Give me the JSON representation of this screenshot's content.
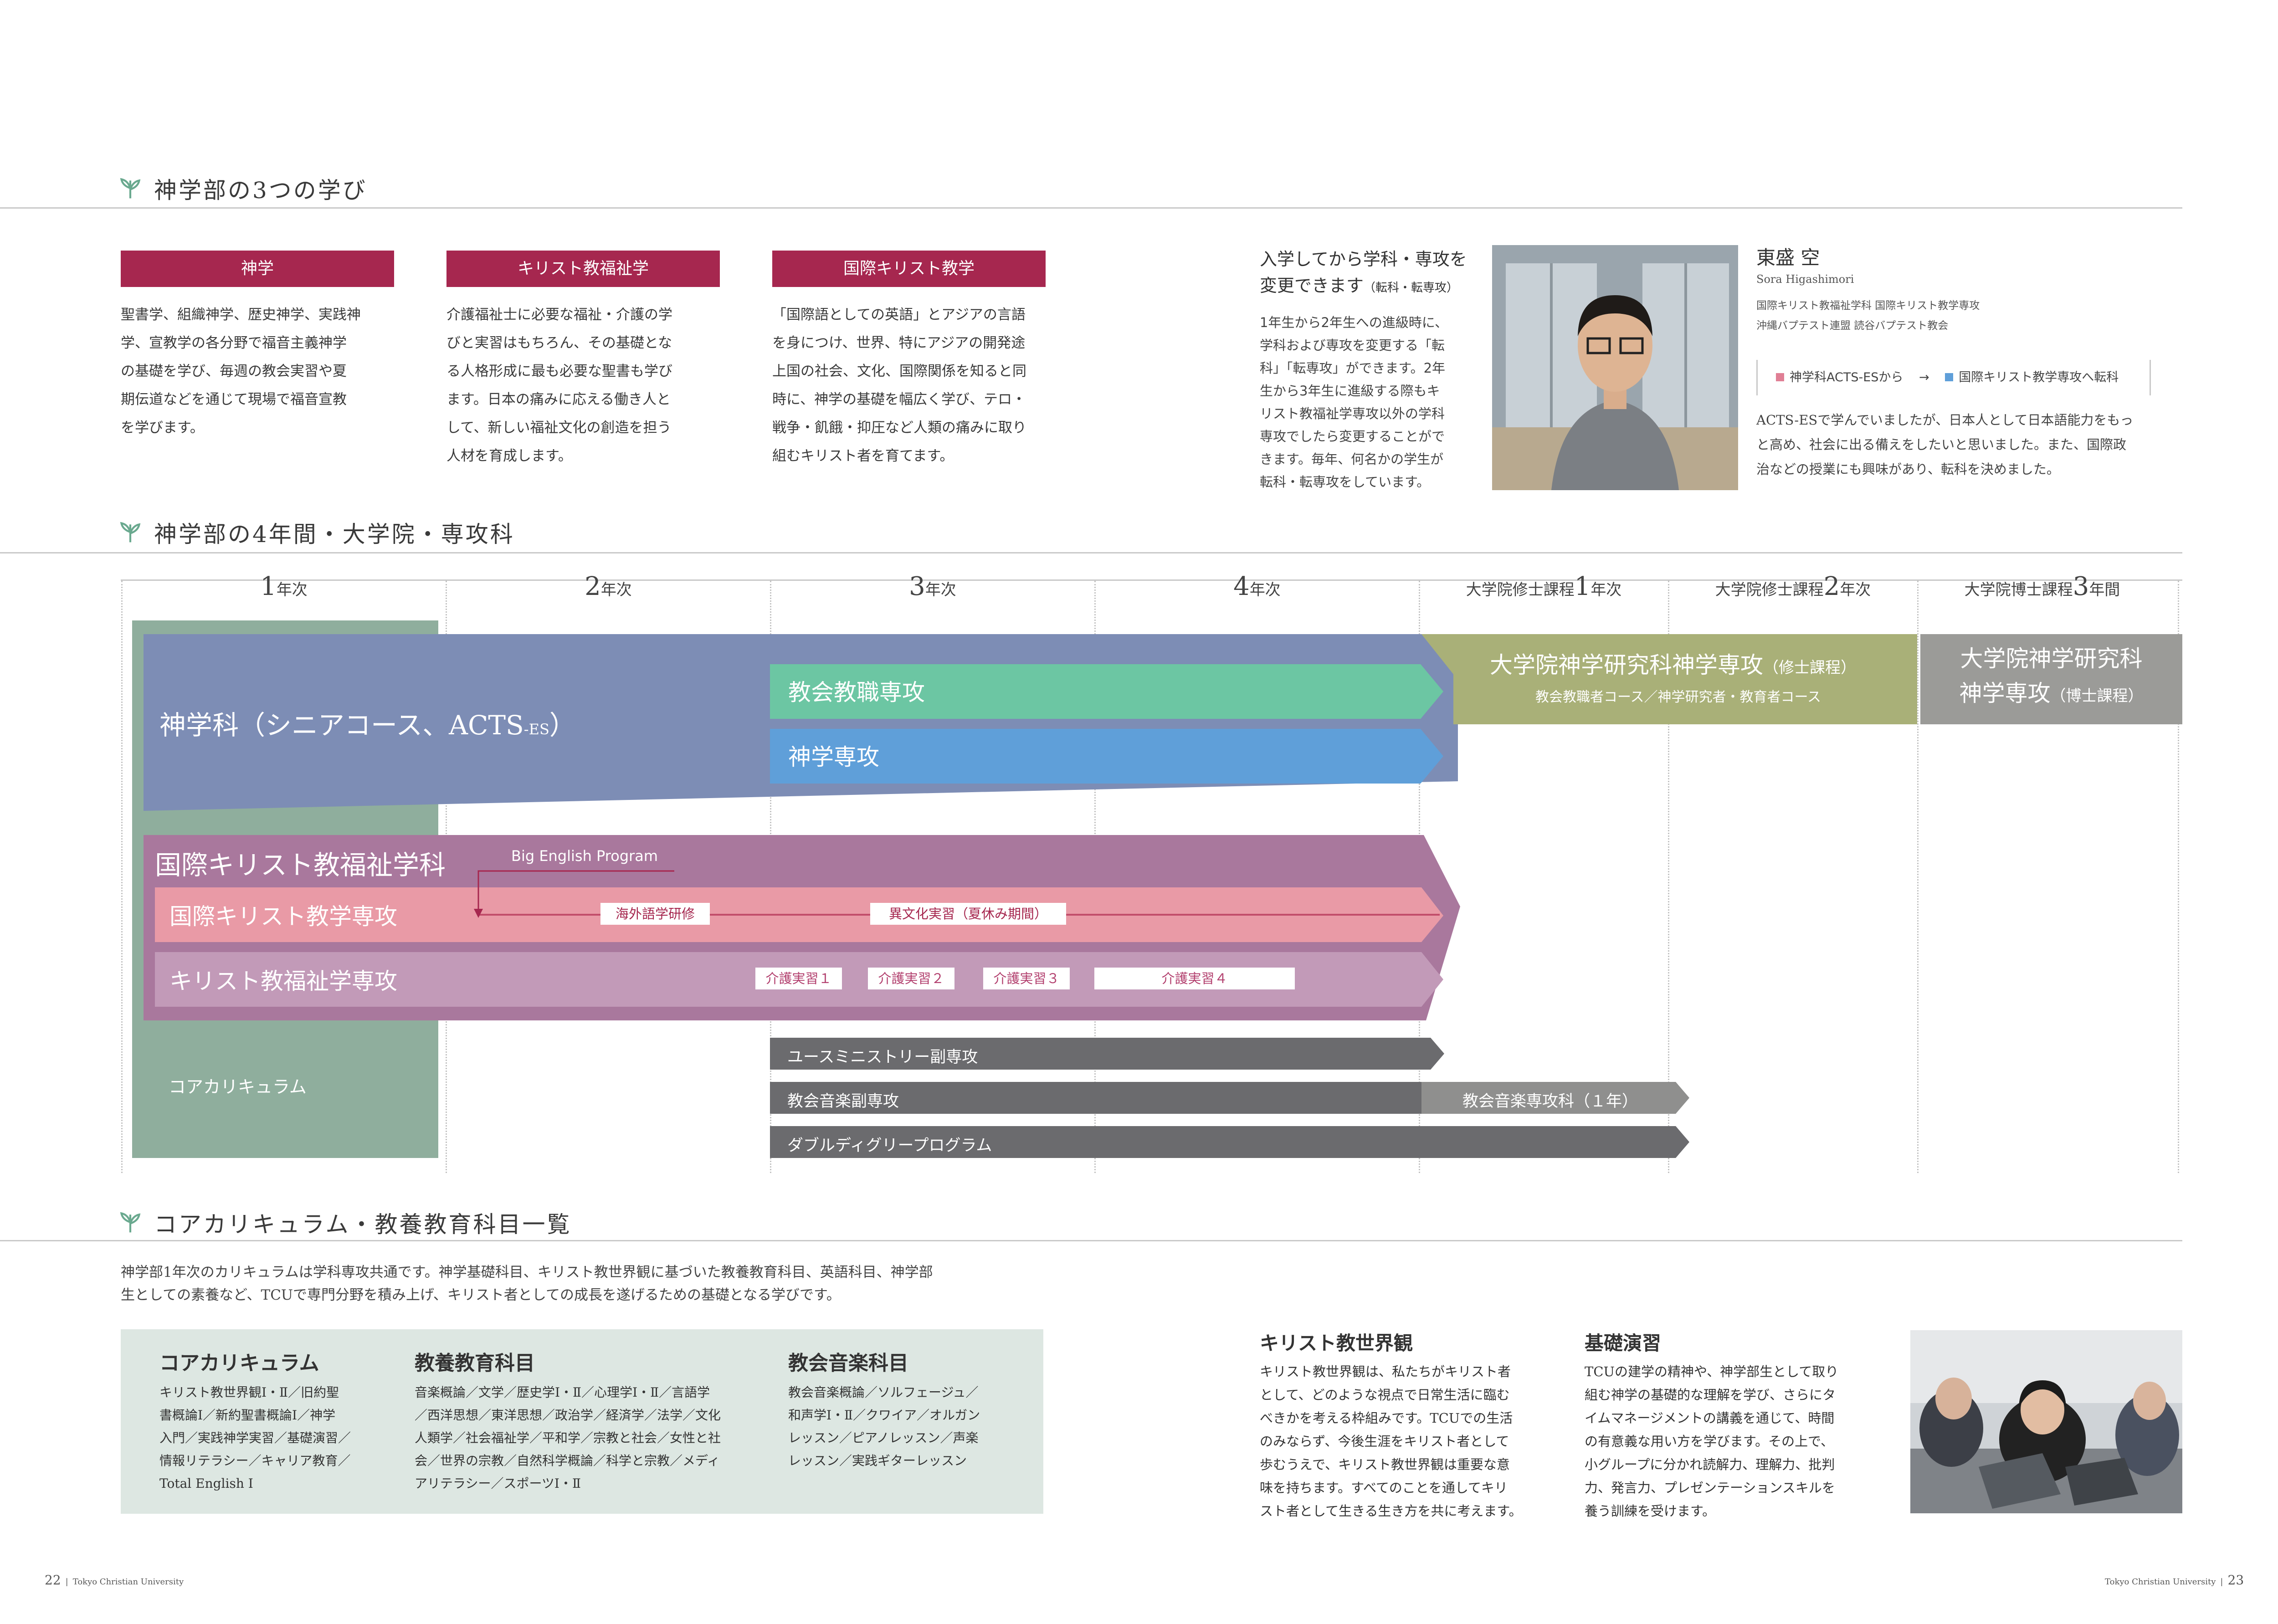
{
  "sections": {
    "three_learnings": "神学部の3つの学び",
    "four_years": "神学部の4年間・大学院・専攻科",
    "core": "コアカリキュラム・教養教育科目一覧"
  },
  "learnings": [
    {
      "title": "神学",
      "text": [
        "聖書学、組織神学、歴史神学、実践神",
        "学、宣教学の各分野で福音主義神学",
        "の基礎を学び、毎週の教会実習や夏",
        "期伝道などを通じて現場で福音宣教",
        "を学びます。"
      ]
    },
    {
      "title": "キリスト教福祉学",
      "text": [
        "介護福祉士に必要な福祉・介護の学",
        "びと実習はもちろん、その基礎とな",
        "る人格形成に最も必要な聖書も学び",
        "ます。日本の痛みに応える働き人と",
        "して、新しい福祉文化の創造を担う",
        "人材を育成します。"
      ]
    },
    {
      "title": "国際キリスト教学",
      "text": [
        "「国際語としての英語」とアジアの言語",
        "を身につけ、世界、特にアジアの開発途",
        "上国の社会、文化、国際関係を知ると同",
        "時に、神学の基礎を幅広く学び、テロ・",
        "戦争・飢餓・抑圧など人類の痛みに取り",
        "組むキリスト者を育てます。"
      ]
    }
  ],
  "transfer": {
    "heading1": "入学してから学科・専攻を",
    "heading2": "変更できます",
    "heading_note": "（転科・転専攻）",
    "text": [
      "1年生から2年生への進級時に、",
      "学科および専攻を変更する「転",
      "科」「転専攻」ができます。2年",
      "生から3年生に進級する際もキ",
      "リスト教福祉学専攻以外の学科",
      "専攻でしたら変更することがで",
      "きます。毎年、何名かの学生が",
      "転科・転専攻をしています。"
    ]
  },
  "profile": {
    "name": "東盛 空",
    "romaji": "Sora Higashimori",
    "dept": "国際キリスト教福祉学科 国際キリスト教学専攻",
    "church": "沖縄バプテスト連盟 読谷バプテスト教会",
    "from": "神学科ACTS-ESから",
    "arrow": "→",
    "to": "国際キリスト教学専攻へ転科",
    "text": [
      "ACTS-ESで学んでいましたが、日本人として日本語能力をもっ",
      "と高め、社会に出る備えをしたいと思いました。また、国際政",
      "治などの授業にも興味があり、転科を決めました。"
    ]
  },
  "years": [
    {
      "pre": "",
      "num": "1",
      "post": "年次"
    },
    {
      "pre": "",
      "num": "2",
      "post": "年次"
    },
    {
      "pre": "",
      "num": "3",
      "post": "年次"
    },
    {
      "pre": "",
      "num": "4",
      "post": "年次"
    },
    {
      "pre": "大学院修士課程",
      "num": "1",
      "post": "年次"
    },
    {
      "pre": "大学院修士課程",
      "num": "2",
      "post": "年次"
    },
    {
      "pre": "大学院博士課程",
      "num": "3",
      "post": "年間"
    }
  ],
  "diagram": {
    "shingakuka": "神学科（シニアコース、ACTS",
    "shingakuka_sub": "-ES",
    "shingakuka_close": "）",
    "kyokai": "教会教職専攻",
    "shingaku_senko": "神学専攻",
    "grad1_title": "大学院神学研究科神学専攻",
    "grad1_note": "（修士課程）",
    "grad1_sub": "教会教職者コース／神学研究者・教育者コース",
    "grad2_title": "大学院神学研究科",
    "grad2_title2": "神学専攻",
    "grad2_note": "（博士課程）",
    "kokusai_fukushi": "国際キリスト教福祉学科",
    "big_english": "Big English Program",
    "kokusai_senko": "国際キリスト教学専攻",
    "kaigai": "海外語学研修",
    "ibunka": "異文化実習（夏休み期間）",
    "fukushi_senko": "キリスト教福祉学専攻",
    "kaigo": [
      "介護実習１",
      "介護実習２",
      "介護実習３",
      "介護実習４"
    ],
    "core": "コアカリキュラム",
    "youth": "ユースミニストリー副専攻",
    "music": "教会音楽副専攻",
    "music_course": "教会音楽専攻科（１年）",
    "double": "ダブルディグリープログラム"
  },
  "core_intro": [
    "神学部1年次のカリキュラムは学科専攻共通です。神学基礎科目、キリスト教世界観に基づいた教養教育科目、英語科目、神学部",
    "生としての素養など、TCUで専門分野を積み上げ、キリスト者としての成長を遂げるための基礎となる学びです。"
  ],
  "core_box": [
    {
      "h": "コアカリキュラム",
      "t": [
        "キリスト教世界観Ⅰ・Ⅱ／旧約聖",
        "書概論Ⅰ／新約聖書概論Ⅰ／神学",
        "入門／実践神学実習／基礎演習／",
        "情報リテラシー／キャリア教育／",
        "Total English Ⅰ"
      ]
    },
    {
      "h": "教養教育科目",
      "t": [
        "音楽概論／文学／歴史学Ⅰ・Ⅱ／心理学Ⅰ・Ⅱ／言語学",
        "／西洋思想／東洋思想／政治学／経済学／法学／文化",
        "人類学／社会福祉学／平和学／宗教と社会／女性と社",
        "会／世界の宗教／自然科学概論／科学と宗教／メディ",
        "アリテラシー／スポーツⅠ・Ⅱ"
      ]
    },
    {
      "h": "教会音楽科目",
      "t": [
        "教会音楽概論／ソルフェージュ／",
        "和声学Ⅰ・Ⅱ／クワイア／オルガン",
        "レッスン／ピアノレッスン／声楽",
        "レッスン／実践ギターレッスン"
      ]
    }
  ],
  "worldview": {
    "h": "キリスト教世界観",
    "t": [
      "キリスト教世界観は、私たちがキリスト者",
      "として、どのような視点で日常生活に臨む",
      "べきかを考える枠組みです。TCUでの生活",
      "のみならず、今後生涯をキリスト者として",
      "歩むうえで、キリスト教世界観は重要な意",
      "味を持ちます。すべてのことを通してキリ",
      "スト者として生きる生き方を共に考えます。"
    ]
  },
  "seminar": {
    "h": "基礎演習",
    "t": [
      "TCUの建学の精神や、神学部生として取り",
      "組む神学の基礎的な理解を学び、さらにタ",
      "イムマネージメントの講義を通じて、時間",
      "の有意義な用い方を学びます。その上で、",
      "小グループに分かれ読解力、理解力、批判",
      "力、発言力、プレゼンテーションスキルを",
      "養う訓練を受けます。"
    ]
  },
  "footer": {
    "left_num": "22",
    "left_name": "Tokyo Christian University",
    "right_name": "Tokyo Christian University",
    "right_num": "23"
  },
  "colors": {
    "accent": "#a6274f",
    "slate": "#7d8db5",
    "mint": "#6cc6a3",
    "blue": "#5f9fd9",
    "olive": "#a9b078",
    "gray": "#9b9b98",
    "purple": "#a9789d",
    "pink": "#e99aa6",
    "lilac": "#c29ab8",
    "core": "#8fae9d",
    "dark": "#6b6b6e"
  }
}
